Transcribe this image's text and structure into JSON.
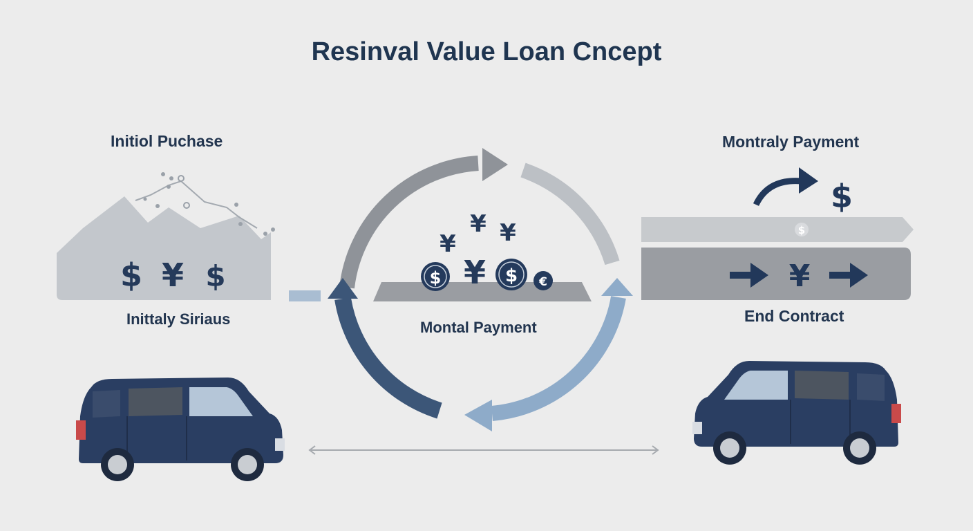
{
  "title": "Resinval Value Loan Cncept",
  "labels": {
    "initial_purchase": "Initiol Puchase",
    "initial_surplus": "Inittaly Siriaus",
    "center_payment": "Montal Payment",
    "right_payment": "Montraly Payment",
    "end_contract": "End Contract"
  },
  "symbols": {
    "left_block": [
      "$",
      "¥",
      "$"
    ],
    "center_floating": [
      "¥",
      "¥",
      "¥"
    ],
    "center_row": [
      "$",
      "¥",
      "$",
      "€"
    ],
    "right_top": "$",
    "right_thin_bar": "$",
    "right_bar": "¥"
  },
  "colors": {
    "navy": "#22385a",
    "dark_blue_arrow": "#3c5678",
    "light_blue_arrow": "#8eabc9",
    "gray_arrow": "#8f9399",
    "light_gray_arrow": "#bcc0c5",
    "gray_bar": "#9a9da2",
    "light_gray_bar": "#c7cacd",
    "background": "#ececec"
  }
}
